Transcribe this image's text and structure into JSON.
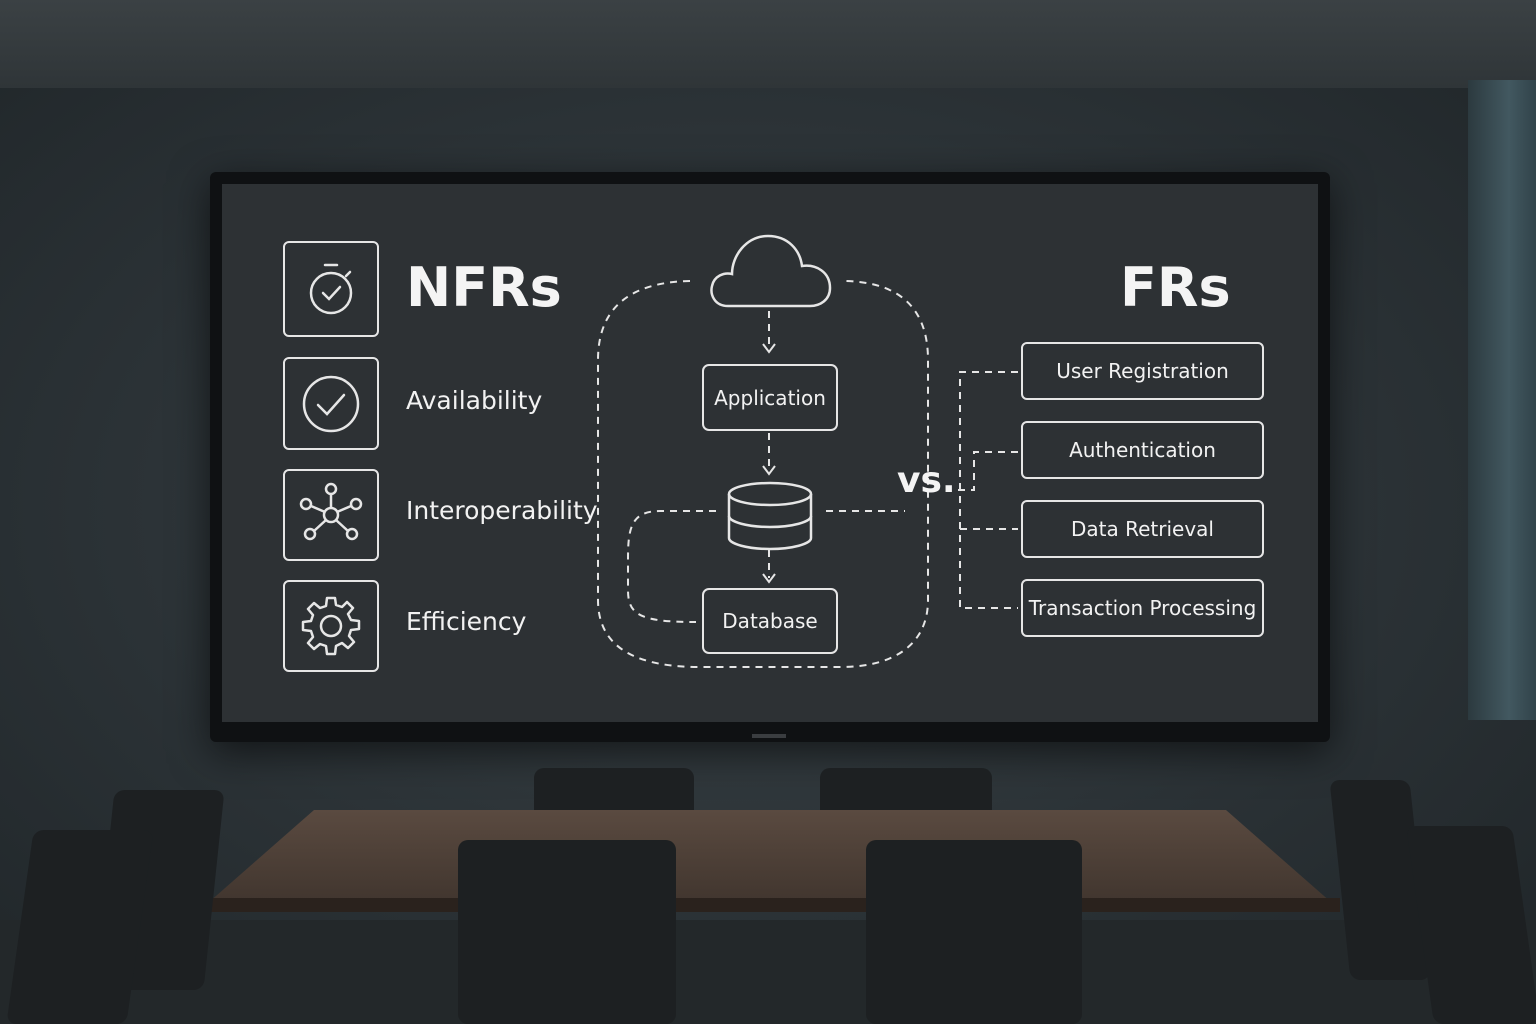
{
  "screen": {
    "nfr_title": "NFRs",
    "fr_title": "FRs",
    "vs_label": "vs.",
    "nfrs": [
      {
        "label": "Availability",
        "icon": "checkmark-circle-icon"
      },
      {
        "label": "Interoperability",
        "icon": "network-nodes-icon"
      },
      {
        "label": "Efficiency",
        "icon": "gear-icon"
      }
    ],
    "header_icon": "stopwatch-icon",
    "architecture": {
      "cloud_icon": "cloud-icon",
      "application_label": "Application",
      "database_icon": "database-cylinder-icon",
      "database_label": "Database"
    },
    "frs": [
      {
        "label": "User Registration"
      },
      {
        "label": "Authentication"
      },
      {
        "label": "Data Retrieval"
      },
      {
        "label": "Transaction Processing"
      }
    ],
    "colors": {
      "screen_bg": "#2d3134",
      "line": "#e6e6e6"
    }
  }
}
